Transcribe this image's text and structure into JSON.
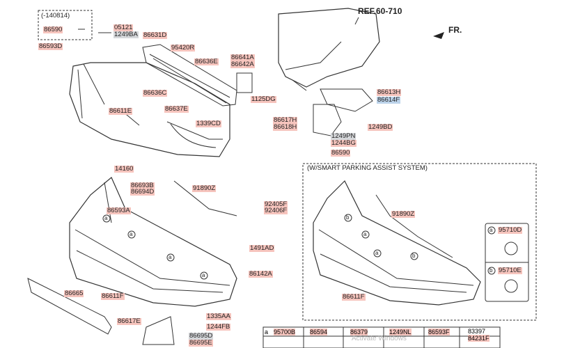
{
  "labels": {
    "ref_60_710": "REF.60-710",
    "fr": "FR.",
    "date_code": "(-140814)",
    "p86590_top": "86590",
    "p05121": "05121",
    "p1249ba": "1249BA",
    "p86631d": "86631D",
    "p86593d": "86593D",
    "p95420r": "95420R",
    "p86641a": "86641A",
    "p86642a": "86642A",
    "p86636e": "86636E",
    "p86636c": "86636C",
    "p86637e": "86637E",
    "p1125dg": "1125DG",
    "p86611e": "86611E",
    "p1339cd": "1339CD",
    "p86613h": "86613H",
    "p86614f": "86614F",
    "p86617h": "86617H",
    "p86618h": "86618H",
    "p1249bd": "1249BD",
    "p1249pn": "1249PN",
    "p1244bg": "1244BG",
    "p86590_mid": "86590",
    "p14160": "14160",
    "p86693b": "86693B",
    "p86694d": "86694D",
    "p91890z_left": "91890Z",
    "p86593a": "86593A",
    "p92405f": "92405F",
    "p92406f": "92406F",
    "p1491ad": "1491AD",
    "p86142a": "86142A",
    "p86665": "86665",
    "p86611f_left": "86611F",
    "p86617e": "86617E",
    "p1335aa": "1335AA",
    "p1244fb": "1244FB",
    "p86695d": "86695D",
    "p86695e": "86695E",
    "spa_title": "(W/SMART PARKING ASSIST SYSTEM)",
    "p91890z_right": "91890Z",
    "p86611f_right": "86611F",
    "p95710d": "95710D",
    "p95710e": "95710E",
    "callout_a": "a",
    "callout_b": "b"
  },
  "table": {
    "col1": "95700B",
    "col2": "86594",
    "col3": "86379",
    "col4": "1249NL",
    "col5": "86593F",
    "col6a": "83397",
    "col6b": "84231F",
    "marker": "a",
    "watermark": "Activate Windows"
  }
}
